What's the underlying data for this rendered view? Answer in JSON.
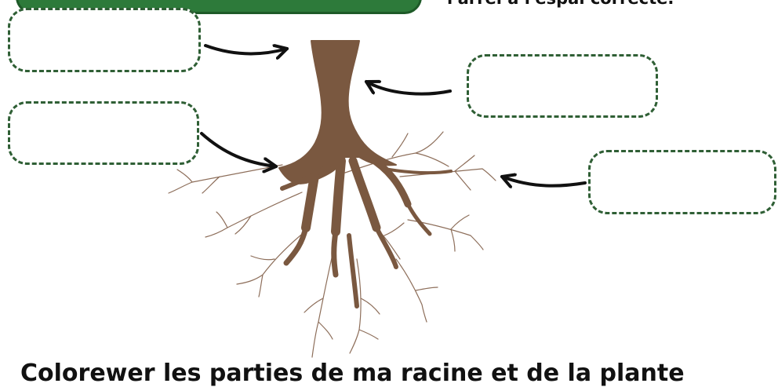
{
  "header": {
    "instruction_text": "l'arrel a l'espai correcte."
  },
  "labels": [
    {
      "id": "box-1",
      "value": ""
    },
    {
      "id": "box-2",
      "value": ""
    },
    {
      "id": "box-3",
      "value": ""
    },
    {
      "id": "box-4",
      "value": ""
    }
  ],
  "footer": {
    "text": "Colorewer les parties de ma racine et de la plante"
  },
  "colors": {
    "banner": "#2d7a3a",
    "box_border": "#2f5f35",
    "trunk": "#7a5840",
    "rootlets": "#8d6e5a",
    "arrow": "#111111"
  }
}
